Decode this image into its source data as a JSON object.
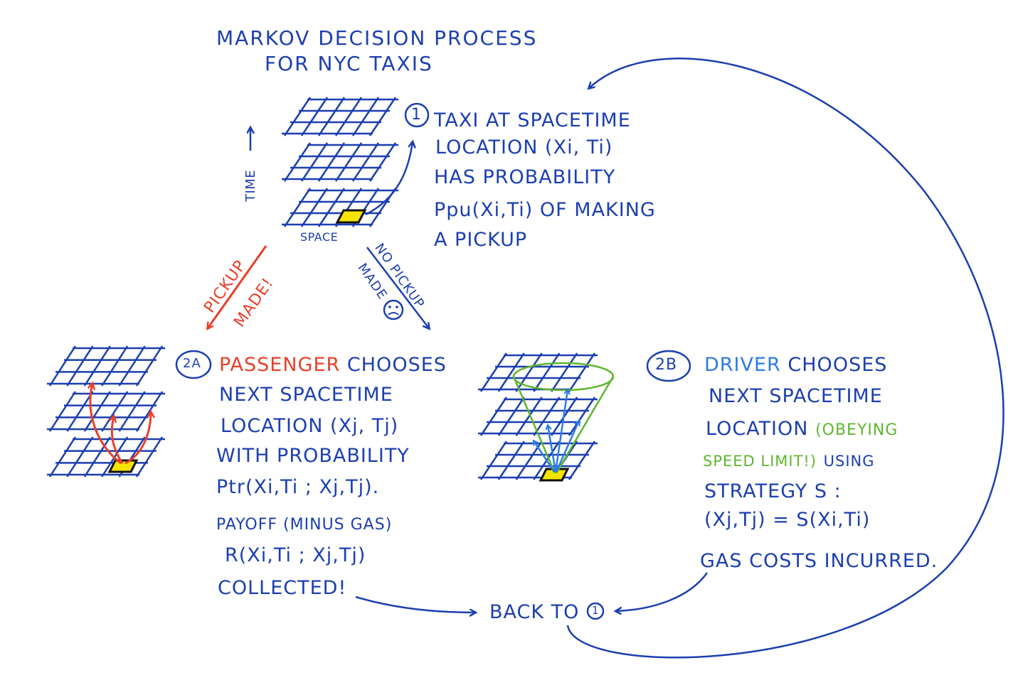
{
  "title": {
    "line1": "MARKOV DECISION PROCESS",
    "line2": "FOR NYC TAXIS"
  },
  "step1": {
    "number": "1",
    "lines": [
      "TAXI AT SPACETIME",
      "LOCATION (Xi, Ti)",
      "HAS PROBABILITY",
      "Ppu(Xi,Ti) OF MAKING",
      "A PICKUP"
    ]
  },
  "axes": {
    "time": "TIME",
    "space": "SPACE"
  },
  "branches": {
    "pickup_line1": "PICKUP",
    "pickup_line2": "MADE!",
    "nopickup_line1": "NO PICKUP",
    "nopickup_line2": "MADE"
  },
  "step2a": {
    "number": "2A",
    "who": "PASSENGER",
    "line1_rest": "CHOOSES",
    "lines": [
      "NEXT SPACETIME",
      "LOCATION (Xj, Tj)",
      "WITH PROBABILITY",
      "Ptr(Xi,Ti ; Xj,Tj)."
    ],
    "payoff_lines": [
      "PAYOFF (MINUS GAS)",
      "R(Xi,Ti ; Xj,Tj)",
      "COLLECTED!"
    ]
  },
  "step2b": {
    "number": "2B",
    "who": "DRIVER",
    "line1_rest": "CHOOSES",
    "line2": "NEXT SPACETIME",
    "line3": "LOCATION",
    "obeying": "(OBEYING",
    "speed": "SPEED LIMIT!)",
    "using": "USING",
    "strategy": "STRATEGY S :",
    "equation": "(Xj,Tj) = S(Xi,Ti)",
    "gas": "GAS COSTS INCURRED."
  },
  "back": {
    "label": "BACK TO",
    "number": "1"
  },
  "colors": {
    "ink": "#1c3fb0",
    "red": "#e8402a",
    "light_blue": "#2b7be6",
    "green": "#5fb62e",
    "cell": "#f5e400"
  }
}
